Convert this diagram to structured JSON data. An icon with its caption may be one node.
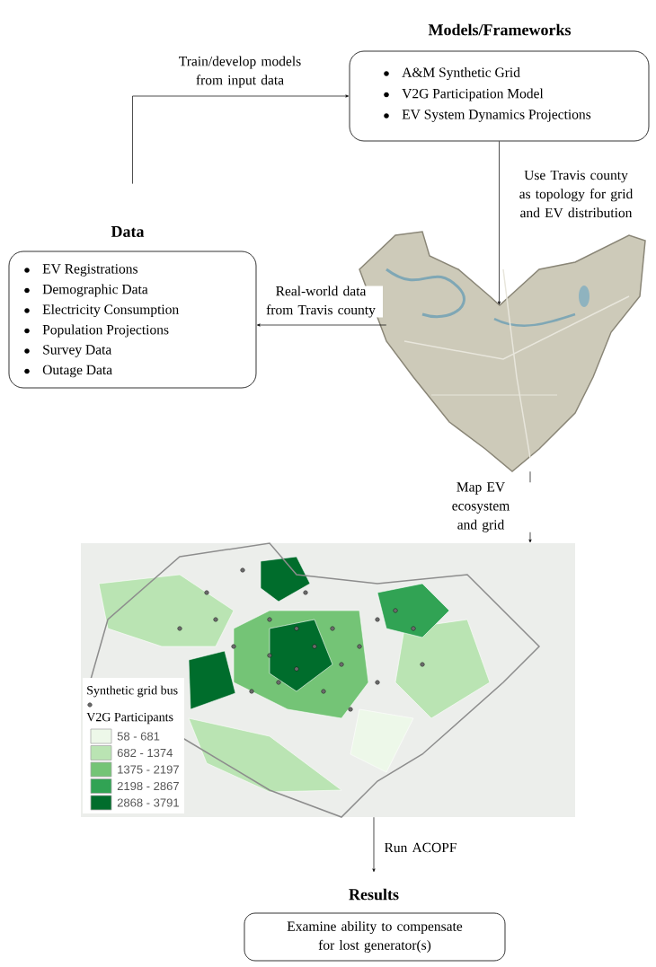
{
  "diagram": {
    "nodes": [
      {
        "text": [
          "Models/Frameworks",
          "A&M Synthetic Grid",
          "V2G Participation Model",
          "EV System Dynamics Projections"
        ]
      },
      {
        "text": [
          "Data",
          "EV Registrations",
          "Demographic Data",
          "Electricity Consumption",
          "Population Projections",
          "Survey Data",
          "Outage Data"
        ]
      },
      {
        "text": [],
        "shape": "picture"
      },
      {
        "text": [],
        "shape": "picture"
      },
      {
        "text": [
          "Results",
          "Examine ability to compensate for lost generator(s)"
        ]
      }
    ],
    "edges": [
      {
        "from": 1,
        "to": 0,
        "arrow": "to",
        "label": "Train/develop models from input data"
      },
      {
        "from": 0,
        "to": 2,
        "arrow": "to",
        "label": "Use Travis county as topology for grid and EV distribution"
      },
      {
        "from": 2,
        "to": 1,
        "arrow": "to",
        "label": "Real-world data from Travis county"
      },
      {
        "from": 2,
        "to": 3,
        "arrow": "to",
        "label": "Map EV ecosystem and grid"
      },
      {
        "from": 3,
        "to": 4,
        "arrow": "to",
        "label": "Run ACOPF"
      }
    ],
    "labels": [
      "V2G Participants"
    ],
    "legend": [
      {
        "text": "Synthetic grid bus"
      },
      {
        "text": "58 - 681",
        "color": "#edf8e9"
      },
      {
        "text": "682 - 1374",
        "color": "#bae4b3"
      },
      {
        "text": "1375 - 2197",
        "color": "#74c476"
      },
      {
        "text": "2198 - 2867",
        "color": "#31a354"
      },
      {
        "text": "2868 - 3791",
        "color": "#006d2c"
      }
    ]
  }
}
